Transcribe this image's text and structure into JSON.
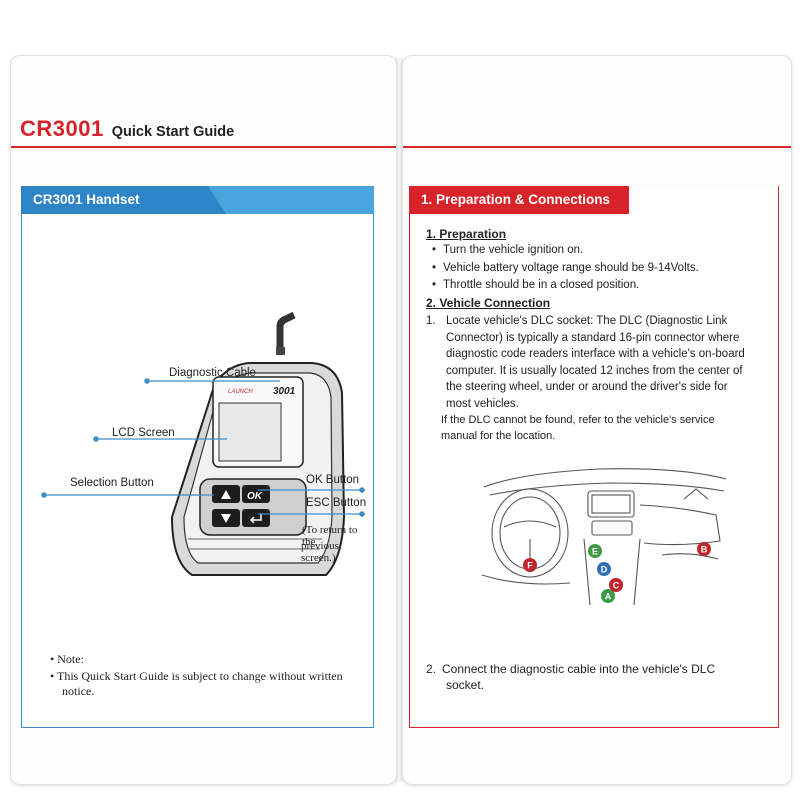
{
  "header": {
    "model": "CR3001",
    "title": "Quick Start Guide"
  },
  "left_panel": {
    "heading": "CR3001 Handset",
    "labels": {
      "cable": "Diagnostic Cable",
      "lcd": "LCD Screen",
      "selection": "Selection Button",
      "ok": "OK Button",
      "esc": "ESC Button",
      "esc_note_1": "(To return to the",
      "esc_note_2": "previous screen.)"
    },
    "device": {
      "brand": "LAUNCH",
      "model": "3001",
      "ok_key": "OK"
    },
    "note_title": "Note:",
    "note_text_1": "This Quick Start Guide is subject to change without written",
    "note_text_2": "notice."
  },
  "right_panel": {
    "heading": "1. Preparation & Connections",
    "preparation": {
      "title": "1. Preparation",
      "items": [
        "Turn the vehicle ignition on.",
        "Vehicle battery voltage range should be 9-14Volts.",
        "Throttle should be in a closed position."
      ]
    },
    "connection": {
      "title": "2. Vehicle Connection",
      "step1_number": "1.",
      "step1_lines": [
        "Locate vehicle's DLC socket: The DLC (Diagnostic Link",
        "Connector) is typically a standard 16-pin connector where",
        "diagnostic code readers interface with a vehicle's on-board",
        "computer. It is usually located 12 inches from the center of",
        "the steering wheel, under or around the driver's side for",
        "most vehicles."
      ],
      "step1_note_1": "If the DLC cannot be found, refer to the vehicle's service",
      "step1_note_2": "manual for the location.",
      "step2_number": "2.",
      "step2_line_1": "Connect the diagnostic cable into the vehicle's DLC",
      "step2_line_2": "socket."
    },
    "dlc_markers": [
      "A",
      "B",
      "C",
      "D",
      "E",
      "F"
    ]
  },
  "colors": {
    "brand_red": "#d8232a",
    "brand_blue": "#2e84c7",
    "marker_red": "#c0242c",
    "marker_blue": "#2d6fb6",
    "marker_green": "#3e9a45"
  }
}
